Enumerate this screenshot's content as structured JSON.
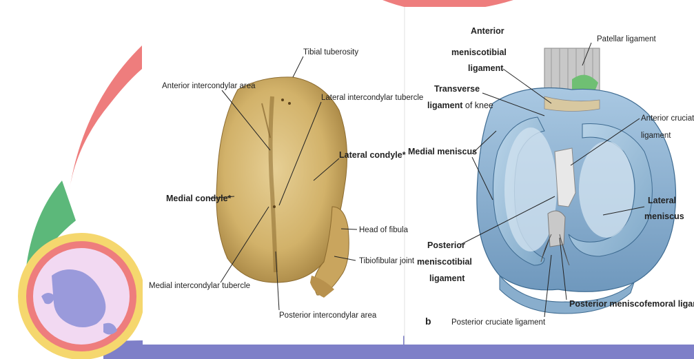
{
  "left_figure": {
    "labels": {
      "tibial_tuberosity": "Tibial tuberosity",
      "anterior_intercondylar_area": "Anterior intercondylar area",
      "lateral_intercondylar_tubercle": "Lateral intercondylar tubercle",
      "lateral_condyle": "Lateral condyle*",
      "medial_condyle": "Medial condyle*",
      "head_of_fibula": "Head of fibula",
      "tibiofibular_joint": "Tibiofibular joint",
      "medial_intercondylar_tubercle": "Medial intercondylar tubercle",
      "posterior_intercondylar_area": "Posterior intercondylar area"
    }
  },
  "right_figure": {
    "panel_letter": "b",
    "labels": {
      "anterior_meniscotibial_1": "Anterior",
      "anterior_meniscotibial_2": "meniscotibial",
      "anterior_meniscotibial_3": "ligament",
      "patellar_ligament": "Patellar ligament",
      "transverse_1": "Transverse",
      "transverse_2a": "ligament",
      "transverse_2b": " of knee",
      "anterior_cruciate_1": "Anterior cruciate",
      "anterior_cruciate_2": "ligament",
      "medial_meniscus": "Medial meniscus",
      "lateral_meniscus_1": "Lateral",
      "lateral_meniscus_2": "meniscus",
      "posterior_meniscotibial_1": "Posterior",
      "posterior_meniscotibial_2": "meniscotibial",
      "posterior_meniscotibial_3": "ligament",
      "posterior_meniscofemoral": "Posterior meniscofemoral ligaments",
      "posterior_cruciate": "Posterior cruciate ligament"
    }
  }
}
